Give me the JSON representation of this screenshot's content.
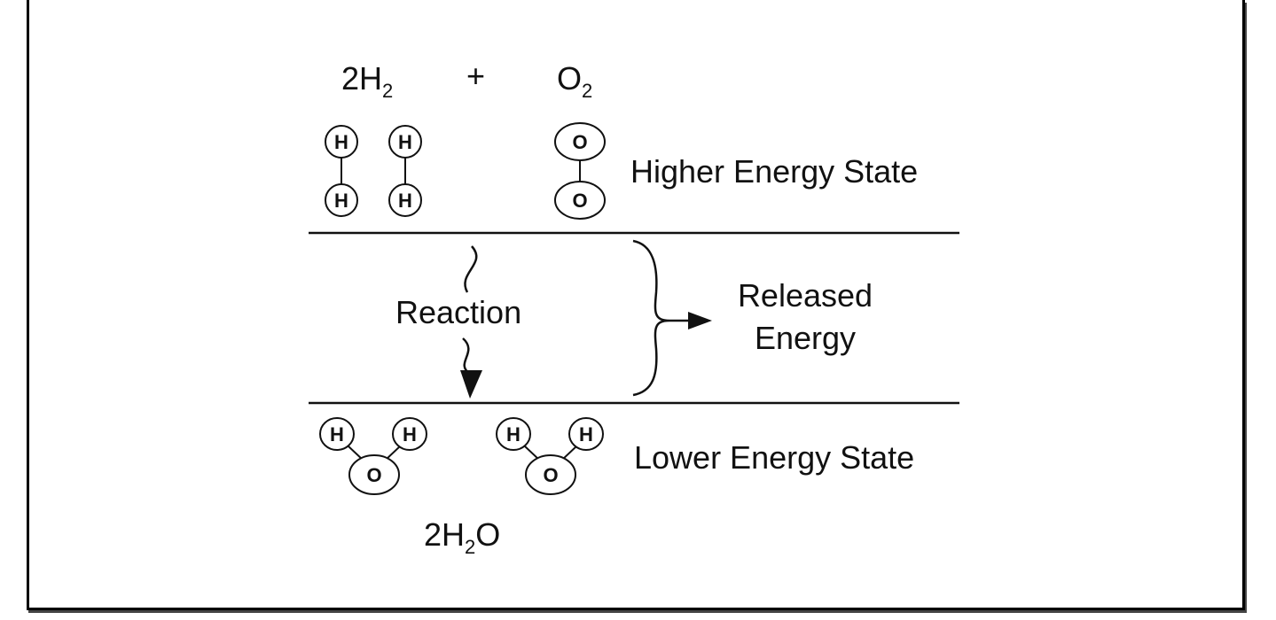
{
  "reactants": {
    "hydrogen": {
      "coef": "2",
      "symbol": "H",
      "sub": "2"
    },
    "plus": "+",
    "oxygen": {
      "symbol": "O",
      "sub": "2"
    }
  },
  "atoms": {
    "h": "H",
    "o": "O"
  },
  "states": {
    "higher": "Higher Energy State",
    "lower": "Lower Energy State"
  },
  "reaction_label": "Reaction",
  "released": {
    "line1": "Released",
    "line2": "Energy"
  },
  "product": {
    "coef": "2",
    "h": "H",
    "sub": "2",
    "o": "O"
  },
  "colors": {
    "ink": "#111111",
    "background": "#ffffff"
  }
}
